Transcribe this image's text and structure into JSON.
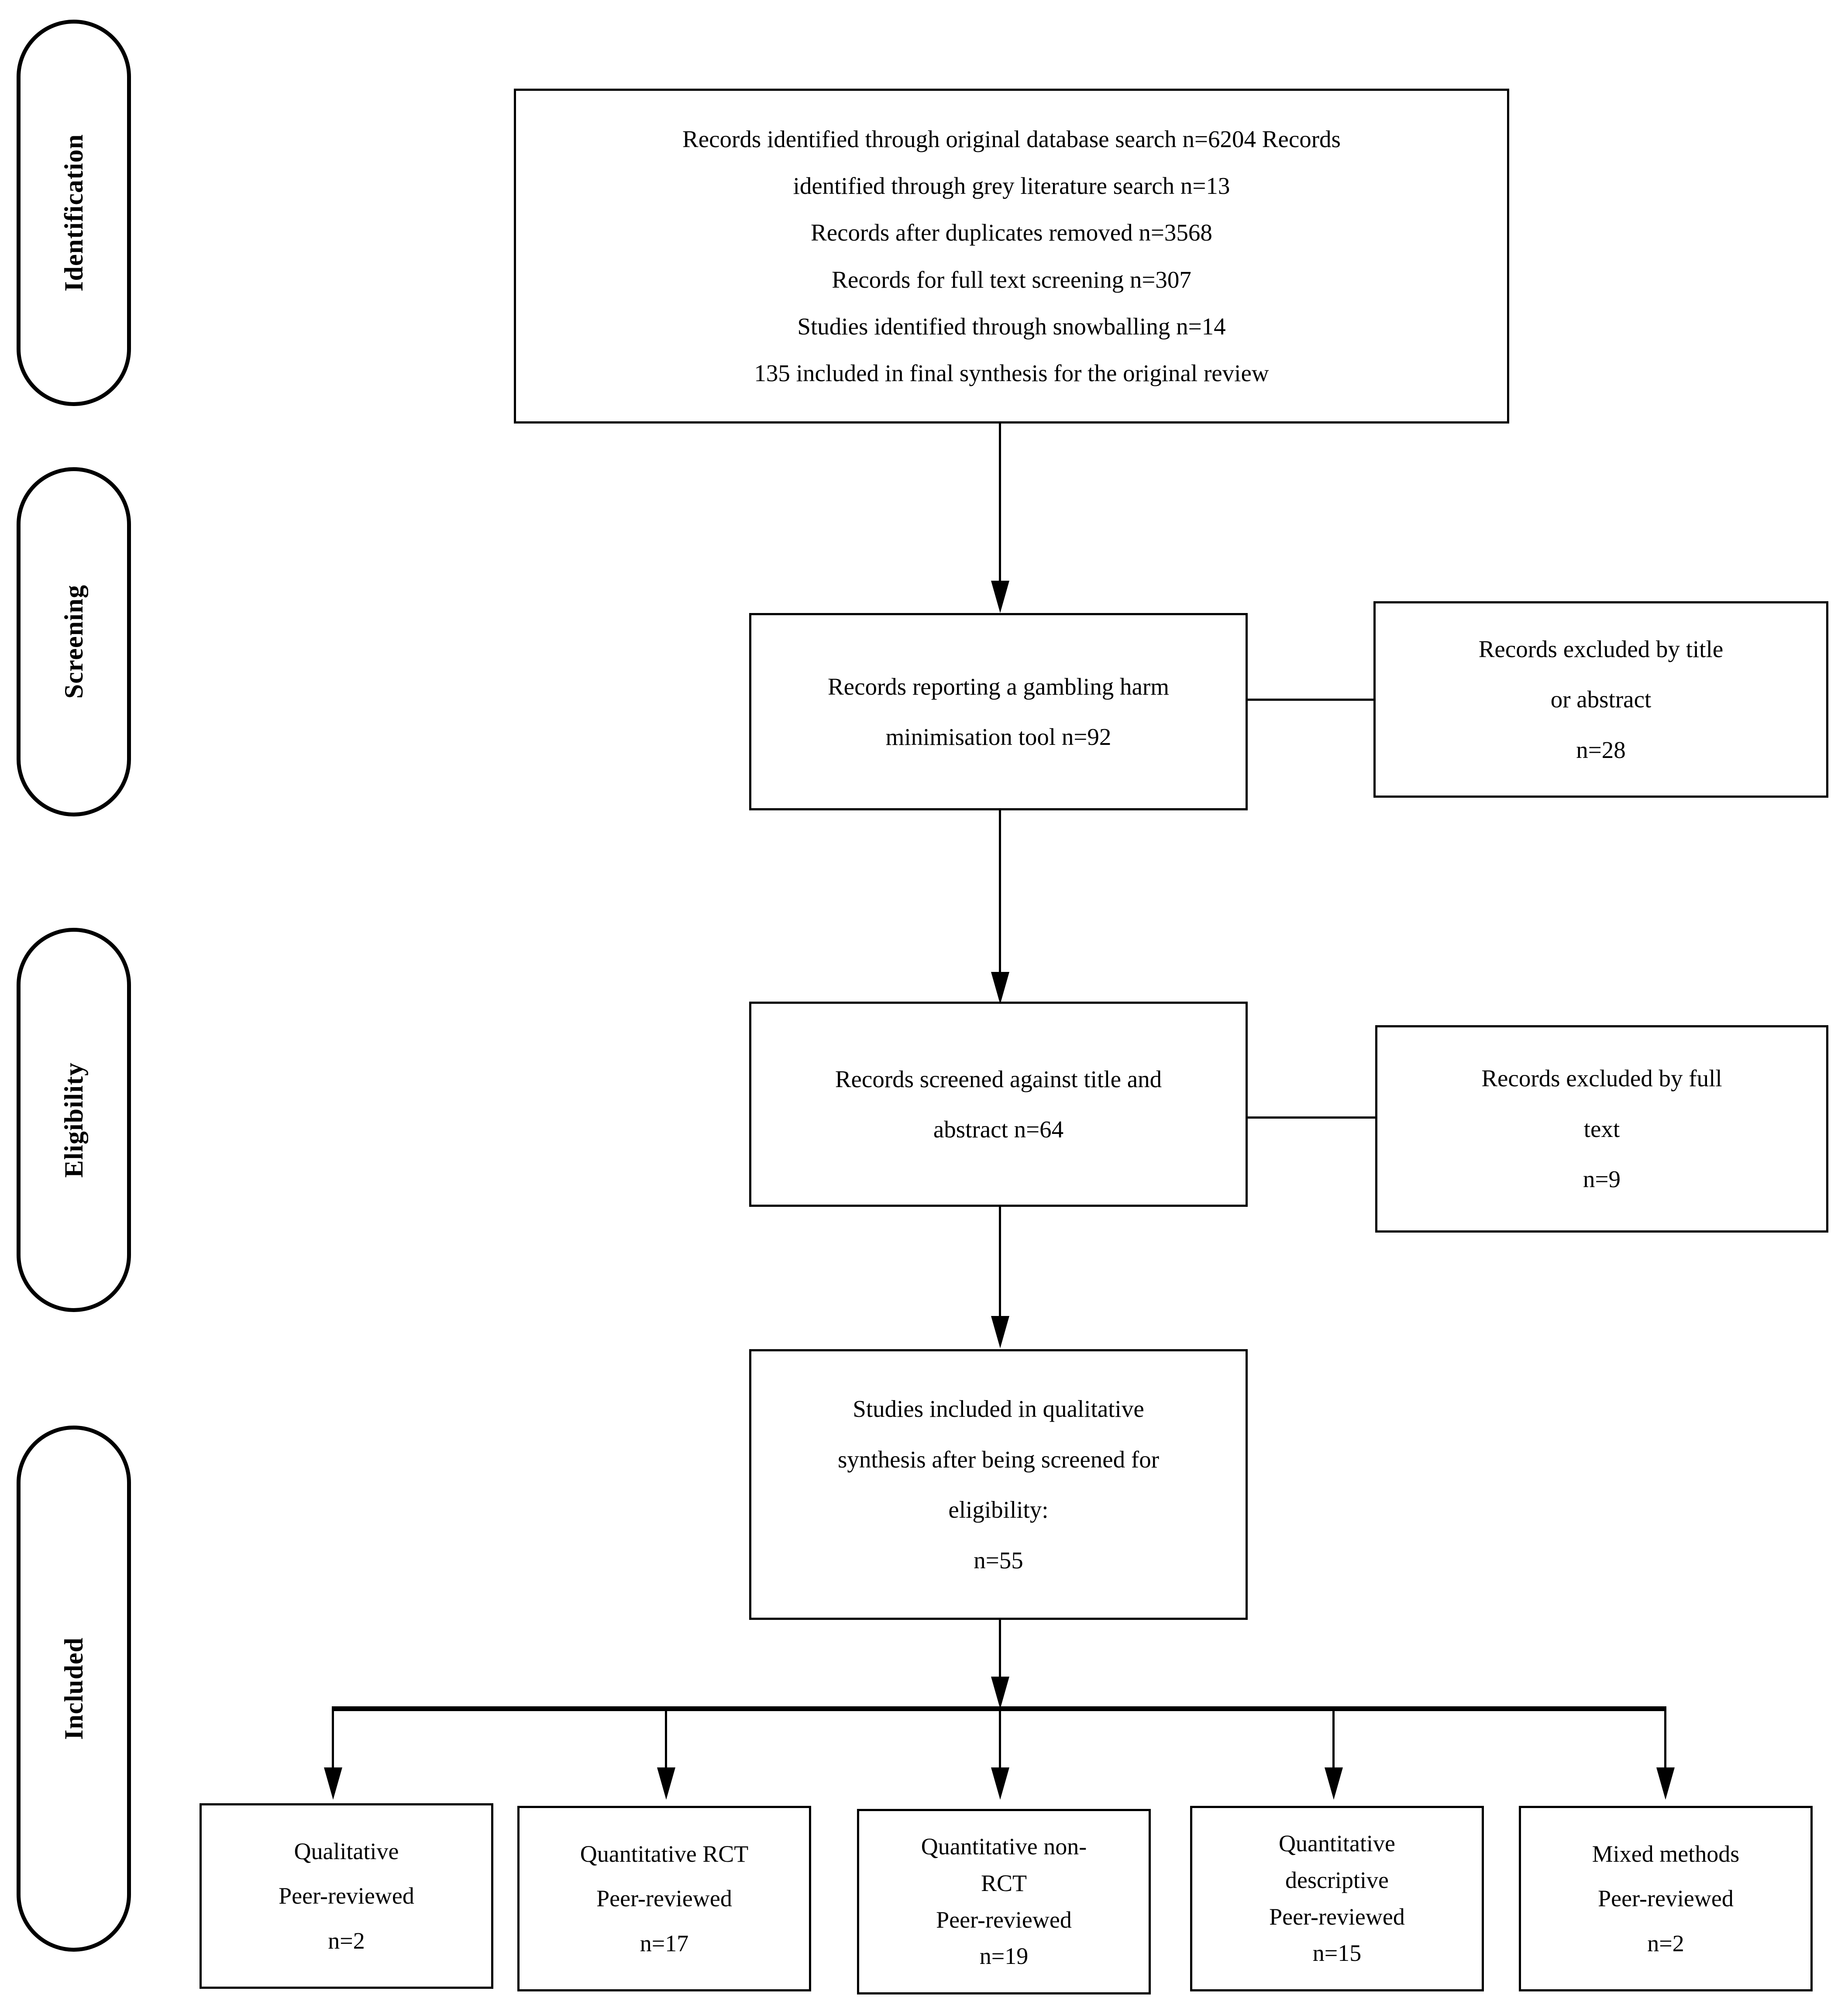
{
  "stages": [
    {
      "label": "Identification"
    },
    {
      "label": "Screening"
    },
    {
      "label": "Eligibility"
    },
    {
      "label": "Included"
    }
  ],
  "identification_box": {
    "lines": [
      "Records identified through original database search n=6204 Records",
      "identified through grey literature search n=13",
      "Records after duplicates removed n=3568",
      "Records for full text screening n=307",
      "Studies identified through snowballing n=14",
      "135 included in final synthesis for the original review"
    ]
  },
  "screening_box": {
    "lines": [
      "Records reporting a gambling harm",
      "minimisation tool n=92"
    ]
  },
  "screening_excluded_box": {
    "lines": [
      "Records excluded by title",
      "or abstract",
      "n=28"
    ]
  },
  "eligibility_box": {
    "lines": [
      "Records screened against title and",
      "abstract n=64"
    ]
  },
  "eligibility_excluded_box": {
    "lines": [
      "Records excluded by full",
      "text",
      "n=9"
    ]
  },
  "synthesis_box": {
    "lines": [
      "Studies included in qualitative",
      "synthesis after being screened for",
      "eligibility:",
      "n=55"
    ]
  },
  "outcome_boxes": [
    {
      "lines": [
        "Qualitative",
        "Peer-reviewed",
        "n=2"
      ]
    },
    {
      "lines": [
        "Quantitative RCT",
        "Peer-reviewed",
        "n=17"
      ]
    },
    {
      "lines": [
        "Quantitative non-",
        "RCT",
        "Peer-reviewed",
        "n=19"
      ]
    },
    {
      "lines": [
        "Quantitative",
        "descriptive",
        "Peer-reviewed",
        "n=15"
      ]
    },
    {
      "lines": [
        "Mixed methods",
        "Peer-reviewed",
        "n=2"
      ]
    }
  ],
  "colors": {
    "stroke": "#000000",
    "background": "#ffffff",
    "text": "#000000"
  }
}
